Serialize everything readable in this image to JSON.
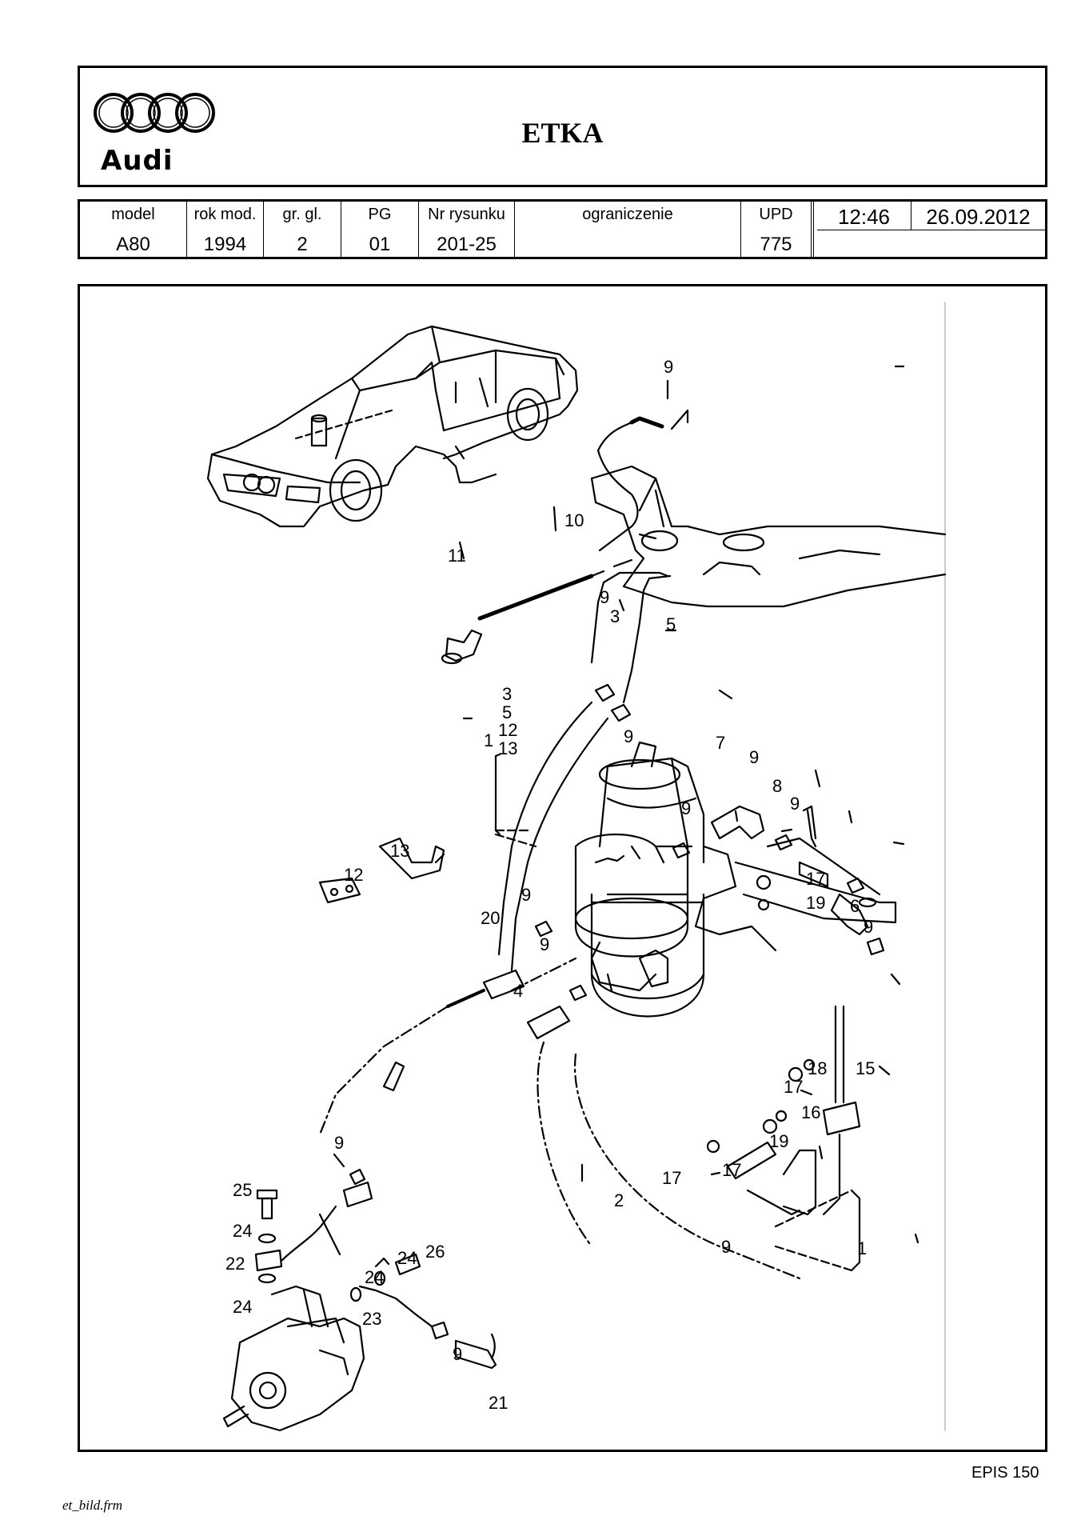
{
  "header": {
    "title": "ETKA",
    "brand": "Audi"
  },
  "info_table": {
    "columns": [
      {
        "key": "model",
        "label": "model",
        "value": "A80"
      },
      {
        "key": "rok",
        "label": "rok mod.",
        "value": "1994"
      },
      {
        "key": "gr",
        "label": "gr. gl.",
        "value": "2"
      },
      {
        "key": "pg",
        "label": "PG",
        "value": "01"
      },
      {
        "key": "nr",
        "label": "Nr rysunku",
        "value": "201-25"
      },
      {
        "key": "ogr",
        "label": "ograniczenie",
        "value": ""
      },
      {
        "key": "upd",
        "label": "UPD",
        "value": "775"
      }
    ],
    "time": "12:46",
    "date": "26.09.2012"
  },
  "diagram": {
    "callouts": [
      "9",
      "10",
      "11",
      "3",
      "5",
      "9",
      "9",
      "3",
      "5",
      "12",
      "13",
      "1",
      "7",
      "9",
      "8",
      "9",
      "9",
      "17",
      "19",
      "6",
      "9",
      "13",
      "12",
      "9",
      "20",
      "4",
      "9",
      "15",
      "18",
      "17",
      "16",
      "19",
      "17",
      "17",
      "2",
      "9",
      "1",
      "9",
      "25",
      "24",
      "22",
      "24",
      "26",
      "24",
      "24",
      "23",
      "9",
      "21"
    ]
  },
  "footer": {
    "left": "et_bild.frm",
    "right": "EPIS 150"
  },
  "colors": {
    "ink": "#000000",
    "paper": "#ffffff"
  }
}
